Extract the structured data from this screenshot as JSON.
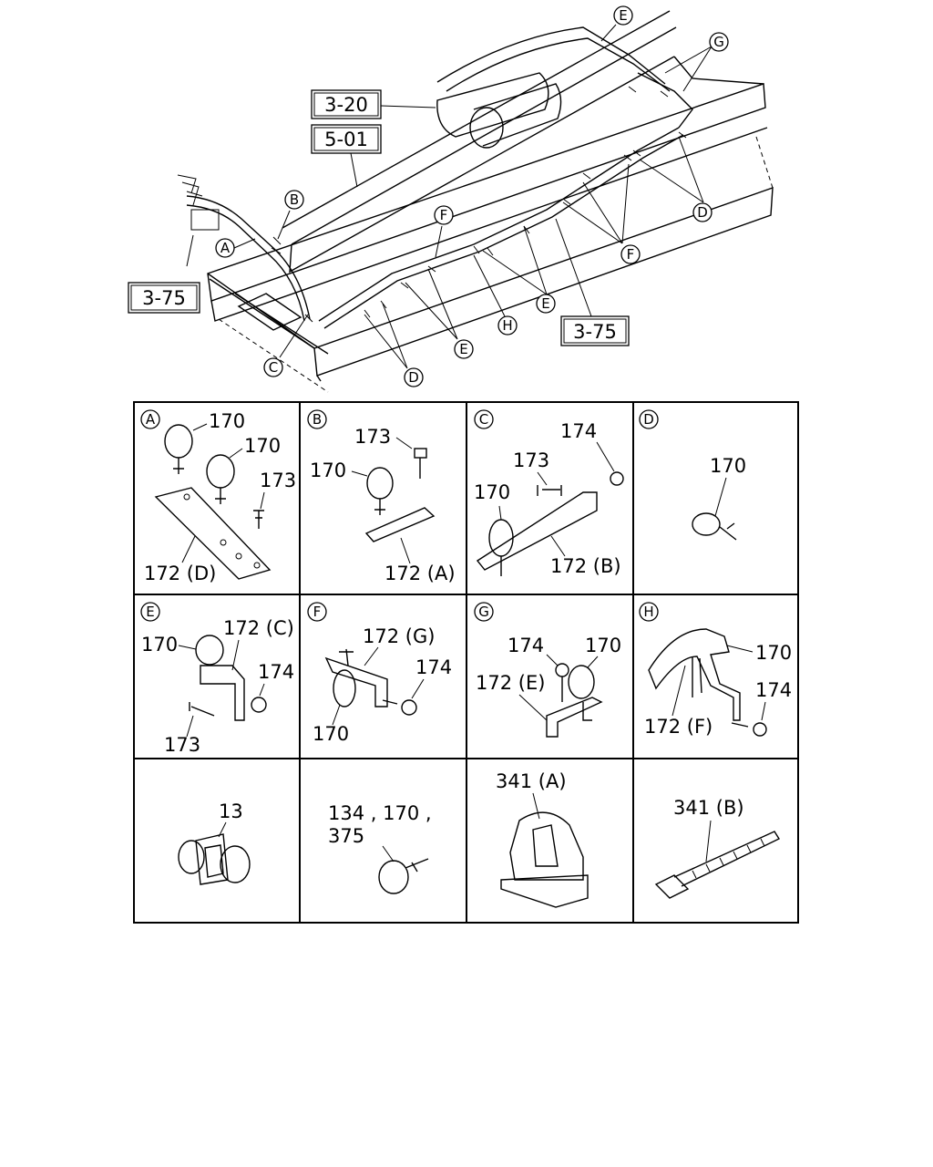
{
  "overview": {
    "refs": [
      "3-20",
      "5-01",
      "3-75",
      "3-75"
    ],
    "callouts": [
      "E",
      "G",
      "B",
      "A",
      "F",
      "C",
      "D",
      "F",
      "E",
      "H",
      "E",
      "D"
    ]
  },
  "panels": [
    {
      "letter": "A",
      "labels": [
        "170",
        "170",
        "173",
        "172 (D)"
      ]
    },
    {
      "letter": "B",
      "labels": [
        "173",
        "170",
        "172 (A)"
      ]
    },
    {
      "letter": "C",
      "labels": [
        "174",
        "173",
        "170",
        "172 (B)"
      ]
    },
    {
      "letter": "D",
      "labels": [
        "170"
      ]
    },
    {
      "letter": "E",
      "labels": [
        "170",
        "172 (C)",
        "174",
        "173"
      ]
    },
    {
      "letter": "F",
      "labels": [
        "172 (G)",
        "174",
        "170"
      ]
    },
    {
      "letter": "G",
      "labels": [
        "174",
        "170",
        "172 (E)"
      ]
    },
    {
      "letter": "H",
      "labels": [
        "170",
        "174",
        "172 (F)"
      ]
    },
    {
      "letter": "",
      "labels": [
        "13"
      ]
    },
    {
      "letter": "",
      "labels": [
        "134 , 170 ,",
        "375"
      ]
    },
    {
      "letter": "",
      "labels": [
        "341 (A)"
      ]
    },
    {
      "letter": "",
      "labels": [
        "341 (B)"
      ]
    }
  ]
}
